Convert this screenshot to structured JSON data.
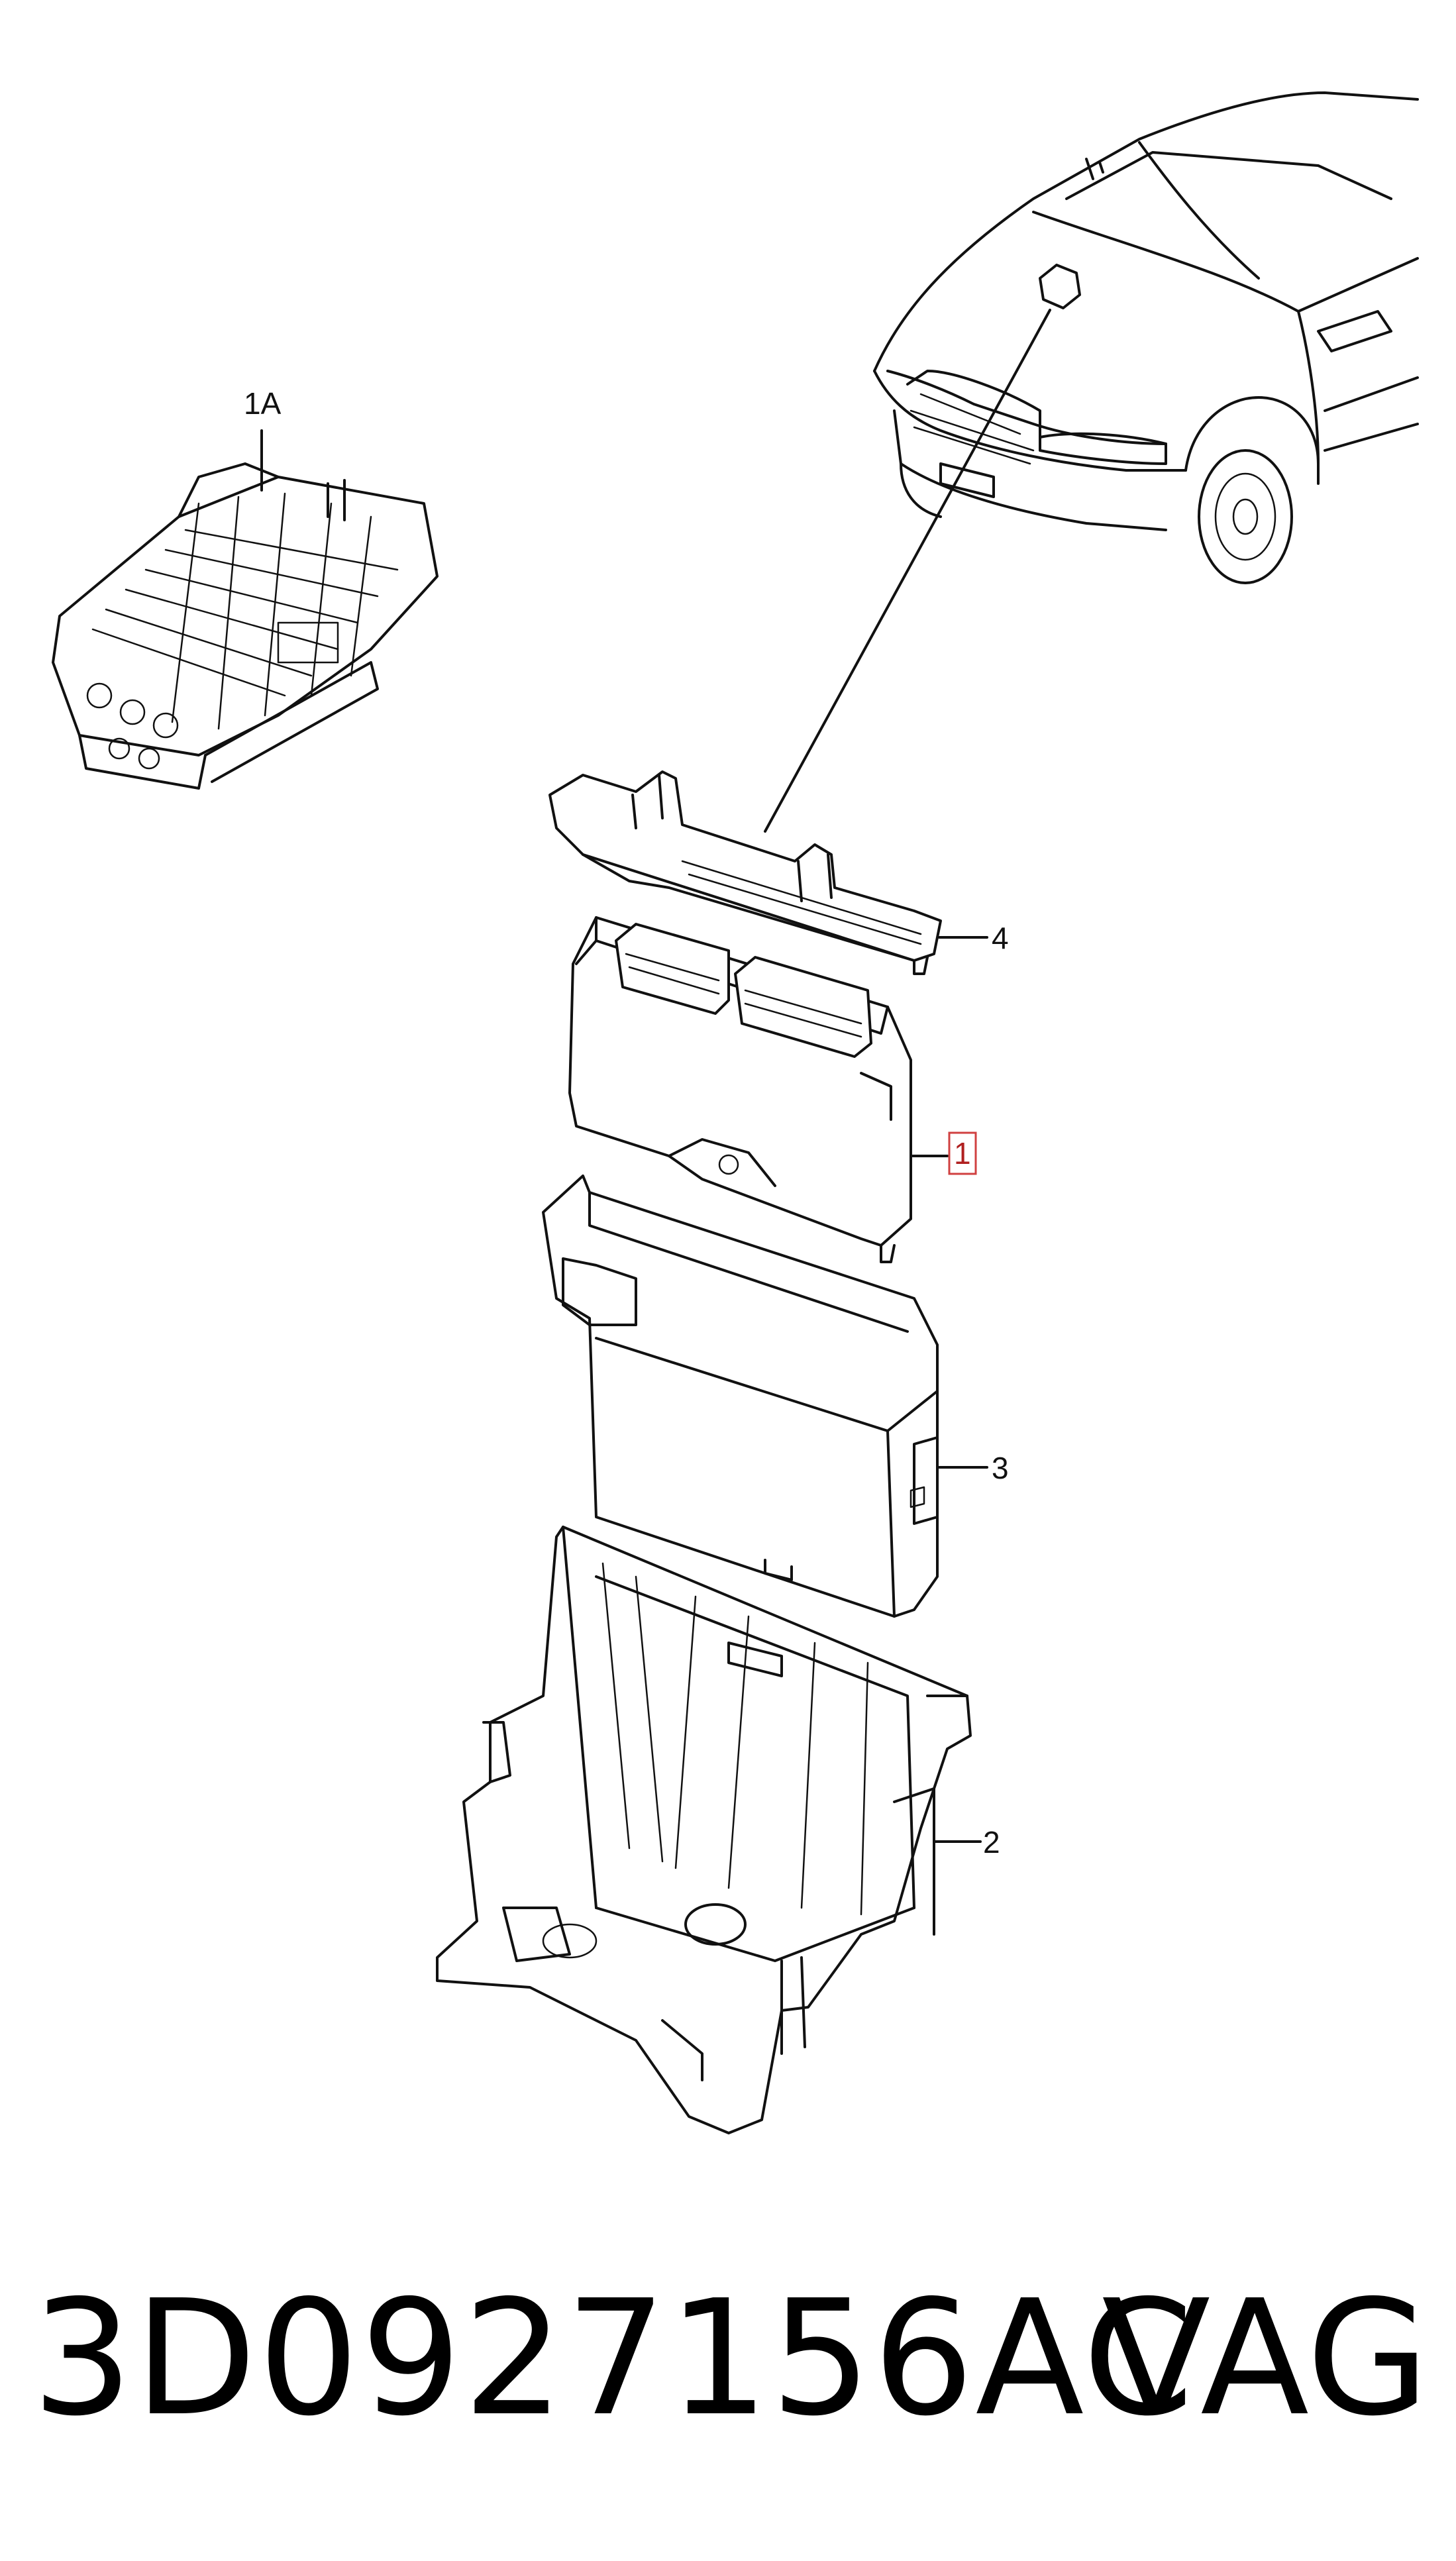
{
  "callouts": {
    "valve_body": "1A",
    "control_unit": "1",
    "bracket_top": "4",
    "housing": "3",
    "carrier_tray": "2"
  },
  "footer": {
    "part_number": "3D0927156AC",
    "brand": "VAG"
  },
  "colors": {
    "line": "#111111",
    "highlight_box": "#d04040",
    "background": "#ffffff"
  }
}
